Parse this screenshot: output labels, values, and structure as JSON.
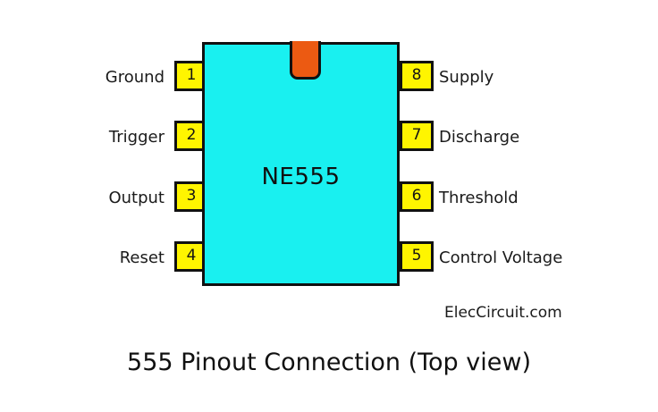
{
  "chip": {
    "part_number": "NE555",
    "notch_color": "#EC5A12",
    "body_color": "#19F0F0",
    "pad_color": "#FFF500",
    "outline_color": "#111111"
  },
  "pins": {
    "left": [
      {
        "number": "1",
        "name": "Ground"
      },
      {
        "number": "2",
        "name": "Trigger"
      },
      {
        "number": "3",
        "name": "Output"
      },
      {
        "number": "4",
        "name": "Reset"
      }
    ],
    "right": [
      {
        "number": "8",
        "name": "Supply"
      },
      {
        "number": "7",
        "name": "Discharge"
      },
      {
        "number": "6",
        "name": "Threshold"
      },
      {
        "number": "5",
        "name": "Control Voltage"
      }
    ]
  },
  "credit": "ElecCircuit.com",
  "caption": "555 Pinout Connection (Top view)"
}
